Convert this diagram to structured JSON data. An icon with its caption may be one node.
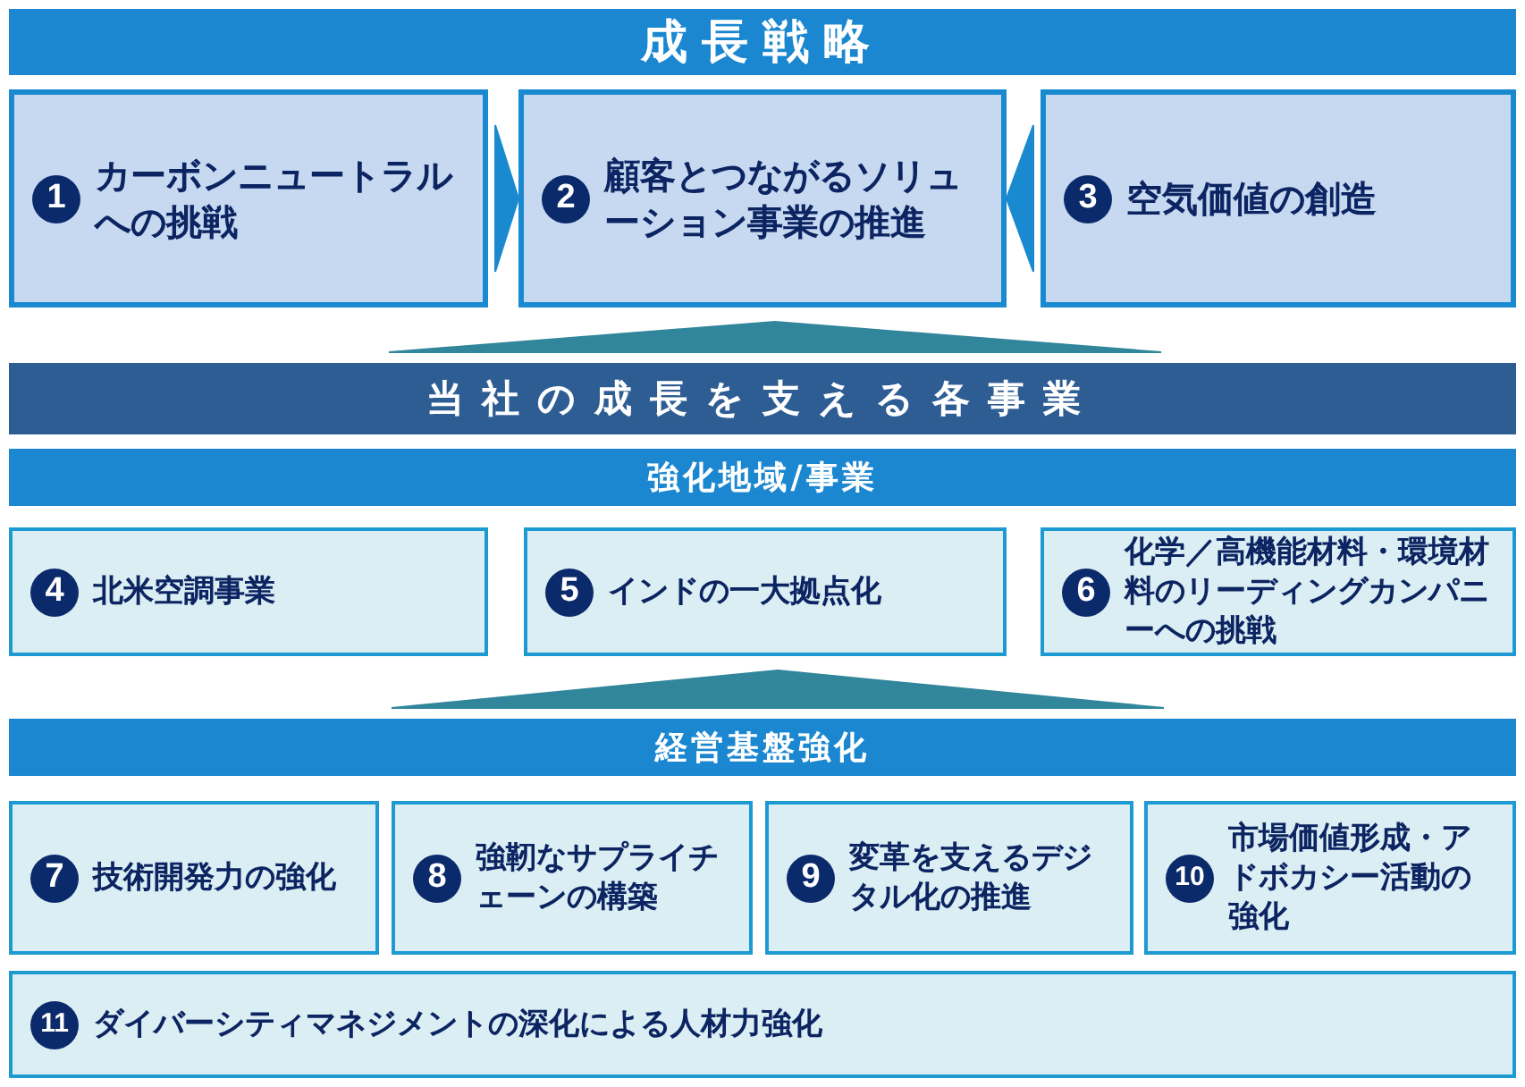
{
  "diagram": {
    "nodes": [
      {
        "text": [
          "成長戦略"
        ]
      },
      {
        "text": [
          "1",
          "カーボンニュートラルへの挑戦"
        ]
      },
      {
        "text": [
          "2",
          "顧客とつながるソリューション事業の推進"
        ]
      },
      {
        "text": [
          "3",
          "空気価値の創造"
        ]
      },
      {
        "text": [
          "当社の成長を支える各事業"
        ]
      },
      {
        "text": [
          "強化地域/事業"
        ]
      },
      {
        "text": [
          "4",
          "北米空調事業"
        ]
      },
      {
        "text": [
          "5",
          "インドの一大拠点化"
        ]
      },
      {
        "text": [
          "6",
          "化学／高機能材料・環境材料のリーディングカンパニーへの挑戦"
        ]
      },
      {
        "text": [
          "経営基盤強化"
        ]
      },
      {
        "text": [
          "7",
          "技術開発力の強化"
        ]
      },
      {
        "text": [
          "8",
          "強靭なサプライチェーンの構築"
        ]
      },
      {
        "text": [
          "9",
          "変革を支えるデジタル化の推進"
        ]
      },
      {
        "text": [
          "10",
          "市場価値形成・アドボカシー活動の強化"
        ]
      },
      {
        "text": [
          "11",
          "ダイバーシティマネジメントの深化による人材力強化"
        ]
      }
    ],
    "edges": [
      {
        "from": 1,
        "to": 2,
        "arrow": "to"
      },
      {
        "from": 3,
        "to": 2,
        "arrow": "to"
      },
      {
        "from": 4,
        "to": 2,
        "arrow": "to",
        "color": "#31869b"
      },
      {
        "from": 9,
        "to": 7,
        "arrow": "to",
        "color": "#31869b"
      }
    ]
  }
}
